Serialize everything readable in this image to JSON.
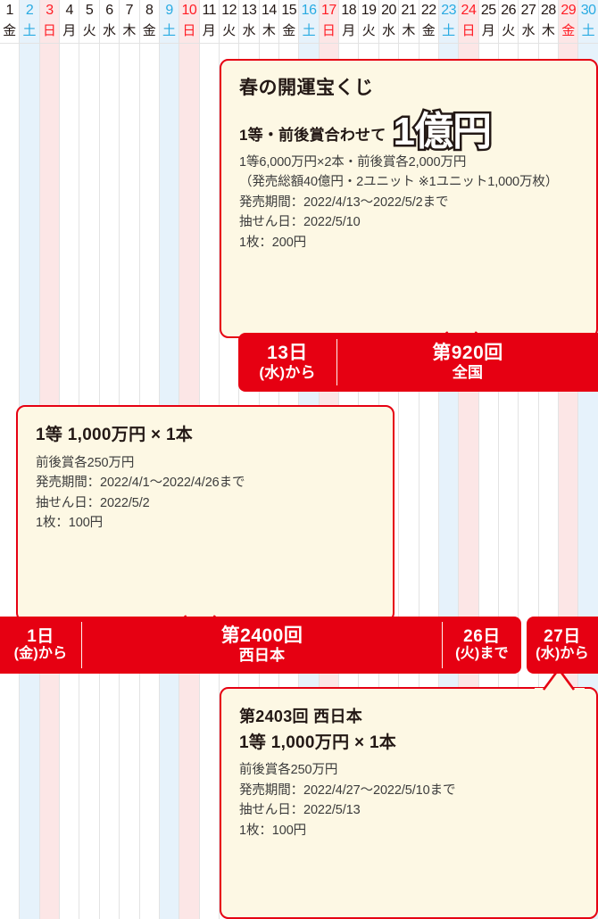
{
  "calendar": {
    "days": [
      {
        "num": "1",
        "weekday": "金",
        "type": "weekday"
      },
      {
        "num": "2",
        "weekday": "土",
        "type": "saturday"
      },
      {
        "num": "3",
        "weekday": "日",
        "type": "sunday"
      },
      {
        "num": "4",
        "weekday": "月",
        "type": "weekday"
      },
      {
        "num": "5",
        "weekday": "火",
        "type": "weekday"
      },
      {
        "num": "6",
        "weekday": "水",
        "type": "weekday"
      },
      {
        "num": "7",
        "weekday": "木",
        "type": "weekday"
      },
      {
        "num": "8",
        "weekday": "金",
        "type": "weekday"
      },
      {
        "num": "9",
        "weekday": "土",
        "type": "saturday"
      },
      {
        "num": "10",
        "weekday": "日",
        "type": "sunday"
      },
      {
        "num": "11",
        "weekday": "月",
        "type": "weekday"
      },
      {
        "num": "12",
        "weekday": "火",
        "type": "weekday"
      },
      {
        "num": "13",
        "weekday": "水",
        "type": "weekday"
      },
      {
        "num": "14",
        "weekday": "木",
        "type": "weekday"
      },
      {
        "num": "15",
        "weekday": "金",
        "type": "weekday"
      },
      {
        "num": "16",
        "weekday": "土",
        "type": "saturday"
      },
      {
        "num": "17",
        "weekday": "日",
        "type": "sunday"
      },
      {
        "num": "18",
        "weekday": "月",
        "type": "weekday"
      },
      {
        "num": "19",
        "weekday": "火",
        "type": "weekday"
      },
      {
        "num": "20",
        "weekday": "水",
        "type": "weekday"
      },
      {
        "num": "21",
        "weekday": "木",
        "type": "weekday"
      },
      {
        "num": "22",
        "weekday": "金",
        "type": "weekday"
      },
      {
        "num": "23",
        "weekday": "土",
        "type": "saturday"
      },
      {
        "num": "24",
        "weekday": "日",
        "type": "sunday"
      },
      {
        "num": "25",
        "weekday": "月",
        "type": "weekday"
      },
      {
        "num": "26",
        "weekday": "火",
        "type": "weekday"
      },
      {
        "num": "27",
        "weekday": "水",
        "type": "weekday"
      },
      {
        "num": "28",
        "weekday": "木",
        "type": "weekday"
      },
      {
        "num": "29",
        "weekday": "金",
        "type": "holiday"
      },
      {
        "num": "30",
        "weekday": "土",
        "type": "saturday"
      }
    ]
  },
  "colors": {
    "red": "#e60012",
    "cream": "#fdf8e4",
    "saturday": "#e6f2fb",
    "sunday": "#fce6e6",
    "text": "#231815"
  },
  "bubble_haru": {
    "title": "春の開運宝くじ",
    "headline_lead": "1等・前後賞合わせて",
    "headline_big": "1億円",
    "lines": [
      "1等6,000万円×2本・前後賞各2,000万円",
      "（発売総額40億円・2ユニット ※1ユニット1,000万枚）",
      "発売期間：2022/4/13〜2022/5/2まで",
      "抽せん日：2022/5/10",
      "1枚：200円"
    ]
  },
  "bubble_2400": {
    "head": "1等 1,000万円 × 1本",
    "lines": [
      "前後賞各250万円",
      "発売期間：2022/4/1〜2022/4/26まで",
      "抽せん日：2022/5/2",
      "1枚：100円"
    ]
  },
  "bubble_2403": {
    "title": "第2403回 西日本",
    "head": "1等 1,000万円 × 1本",
    "lines": [
      "前後賞各250万円",
      "発売期間：2022/4/27〜2022/5/10まで",
      "抽せん日：2022/5/13",
      "1枚：100円"
    ]
  },
  "band_920": {
    "start_day": "13日",
    "start_note": "(水)から",
    "name": "第920回",
    "region": "全国"
  },
  "band_2400": {
    "start_day": "1日",
    "start_note": "(金)から",
    "name": "第2400回",
    "region": "西日本",
    "end_day": "26日",
    "end_note": "(火)まで"
  },
  "band_2403": {
    "start_day": "27日",
    "start_note": "(水)から"
  }
}
